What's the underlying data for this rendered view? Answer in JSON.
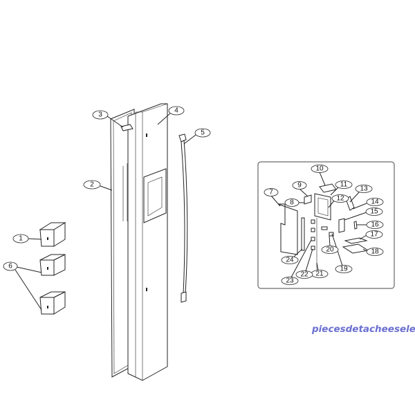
{
  "diagram": {
    "main_callouts": [
      "1",
      "2",
      "3",
      "4",
      "5",
      "6"
    ],
    "inset_callouts": [
      "7",
      "8",
      "9",
      "10",
      "11",
      "12",
      "13",
      "14",
      "15",
      "16",
      "17",
      "18",
      "19",
      "20",
      "21",
      "22",
      "23",
      "24"
    ]
  },
  "watermark": "piecesdetacheeselec.com",
  "colors": {
    "watermark": "#6a6fd0",
    "lines": "#222222"
  }
}
